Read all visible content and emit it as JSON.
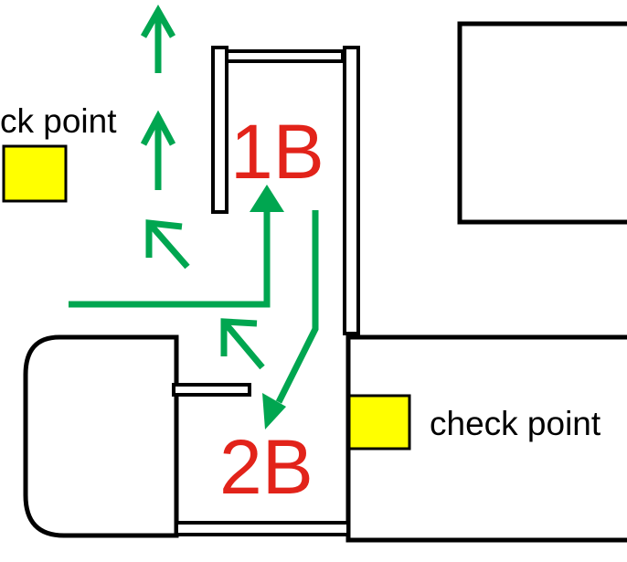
{
  "areas": {
    "area_1": "1B",
    "area_2": "2B"
  },
  "checkpoints": {
    "left_label": "ck point",
    "right_label": "check point"
  },
  "colors": {
    "route": "#00a650",
    "area_label": "#e2231a",
    "checkpoint_fill": "#ffff00",
    "wall": "#000000"
  },
  "icons": {
    "route_arrow": "green-arrow-icon"
  }
}
